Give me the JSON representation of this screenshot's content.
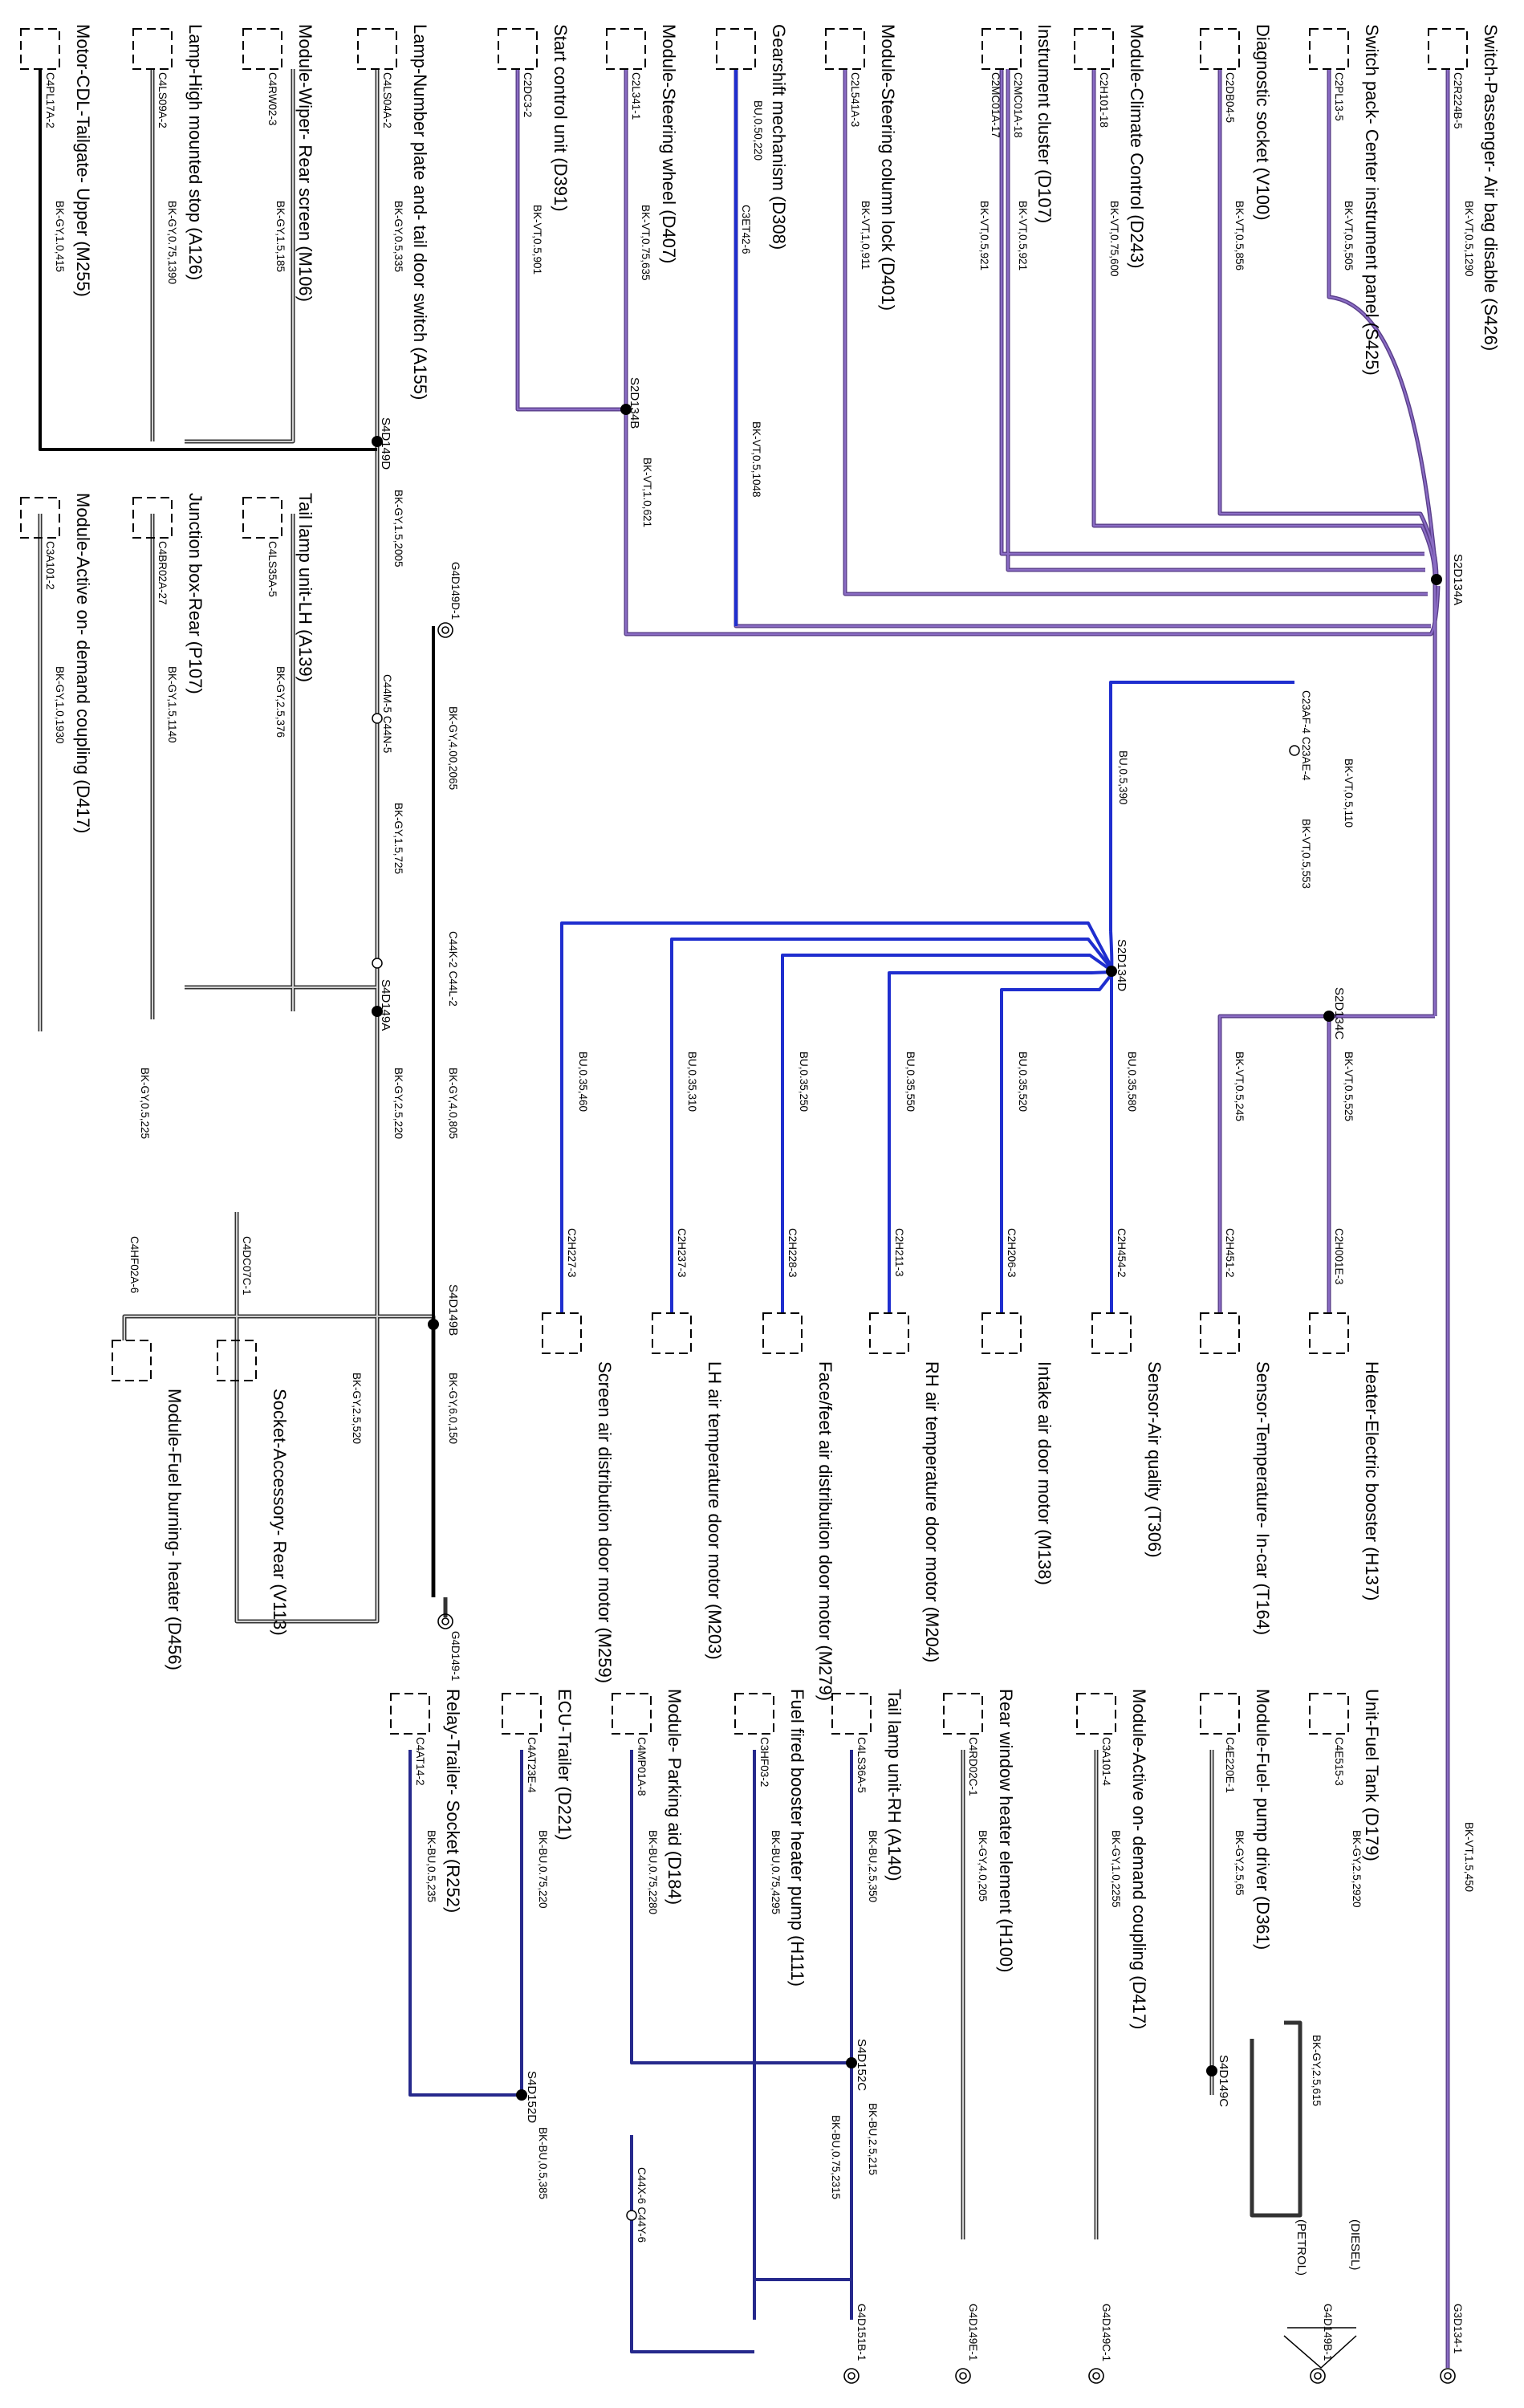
{
  "colors": {
    "violet": "#7a59a8",
    "blue": "#1f2ecf",
    "navy": "#26298c",
    "black": "#000000",
    "grey": "#888888"
  },
  "components": {
    "c1": "Switch-Passenger- Air bag disable (S426)",
    "c2": "Switch pack- Center instrument panel (S425)",
    "c3": "Diagnostic socket (V100)",
    "c4": "Module-Climate Control (D243)",
    "c5": "Instrument cluster (D107)",
    "c6": "Module-Steering column lock (D401)",
    "c7": "Gearshift mechanism (D308)",
    "c8": "Module-Steering wheel (D407)",
    "c9": "Start control unit (D391)",
    "c10": "Lamp-Number plate and- tail door switch (A155)",
    "c11": "Module-Wiper- Rear screen (M106)",
    "c12": "Lamp-High mounted stop (A126)",
    "c13": "Motor-CDL-Tailgate- Upper (M255)",
    "c14": "Tail lamp unit-LH (A139)",
    "c15": "Junction box-Rear (P107)",
    "c16": "Module-Active on- demand coupling (D417)",
    "c17": "Heater-Electric booster (H137)",
    "c18": "Sensor-Temperature- In-car (T164)",
    "c19": "Sensor-Air quality (T306)",
    "c20": "Intake air door motor (M138)",
    "c21": "RH air temperature door motor (M204)",
    "c22": "Face/feet air distribution door motor (M279)",
    "c23": "LH air temperature door motor (M203)",
    "c24": "Screen air distribution door motor (M259)",
    "c25": "Socket-Accessory- Rear (V113)",
    "c26": "Module-Fuel burning- heater (D456)",
    "c27": "Unit-Fuel Tank (D179)",
    "c28": "Module-Fuel- pump driver (D361)",
    "c29": "Module-Active on- demand coupling (D417)",
    "c30": "Rear window heater element (H100)",
    "c31": "Tail lamp unit-RH (A140)",
    "c32": "Fuel fired booster heater pump (H111)",
    "c33": "Module- Parking aid (D184)",
    "c34": "ECU-Trailer (D221)",
    "c35": "Relay-Trailer- Socket (R252)"
  },
  "pins": {
    "p1": "C2R224B-5",
    "p2": "C2PL13-5",
    "p3": "C2DB04-5",
    "p4": "C2H101-18",
    "p5": "C2MC01A-18",
    "p6": "C2MC01A-17",
    "p7": "C2L541A-3",
    "p8": "C3ET42-6",
    "p9": "C2L341-1",
    "p10": "C2DC3-2",
    "p11": "C4LS04A-2",
    "p12": "C4RW02-3",
    "p13": "C4LS09A-2",
    "p14": "C4PL17A-2",
    "p15": "C4LS35A-5",
    "p16": "C4BR02A-27",
    "p17": "C3A101-2",
    "p18": "C2H001E-3",
    "p19": "C2H451-2",
    "p20": "C2H454-2",
    "p21": "C2H206-3",
    "p22": "C2H211-3",
    "p23": "C2H228-3",
    "p24": "C2H237-3",
    "p25": "C2H227-3",
    "p26": "C4DC07C-1",
    "p27": "C4HF02A-6",
    "p28": "C4E515-3",
    "p29": "C4E220E-1",
    "p30": "C3A101-4",
    "p31": "C4RD02C-1",
    "p32": "C4LS36A-5",
    "p33": "C3HF03-2",
    "p34": "C4MP01A-8",
    "p35": "C4AT23E-4",
    "p36": "C4AT14-2"
  },
  "wires": {
    "w1": "BK-VT,0.5,1290",
    "w2": "BK-VT,0.5,505",
    "w3": "BK-VT,0.5,856",
    "w4": "BK-VT,0.75,600",
    "w5": "BK-VT,0.5,921",
    "w6": "BK-VT,0.5,921",
    "w7": "BK-VT,1,0,911",
    "w8": "BU,0.50,220",
    "w9": "BK-VT,0.75,635",
    "w10": "BK-VT,0.5,901",
    "w11": "BK-VT,0.5,1048",
    "w12": "BK-VT,1.0,621",
    "w13": "BK-GY,0.5,335",
    "w14": "BK-GY,1.5,185",
    "w15": "BK-GY,0.75,1390",
    "w16": "BK-GY,1.0,415",
    "w17": "BK-GY,1.5,2005",
    "w18": "BK-GY,2.5,376",
    "w19": "BK-GY,1.5,1140",
    "w20": "BK-GY,1.0,1930",
    "w21": "BK-GY,4.00,2065",
    "w22": "BK-GY,1.5,725",
    "w23": "BK-GY,2.5,220",
    "w24": "BK-GY,4.0,805",
    "w25": "BK-GY,6.0,150",
    "w26": "BK-GY,2.5,520",
    "w27": "BK-GY,0.5,225",
    "w28": "BK-VT,0.5,110",
    "w29": "BK-VT,0.5,553",
    "w30": "BU,0.5,390",
    "w31": "BK-VT,0.5,525",
    "w32": "BK-VT,0.5,245",
    "w33": "BU,0.35,580",
    "w34": "BU,0.35,520",
    "w35": "BU,0.35,550",
    "w36": "BU,0.35,250",
    "w37": "BU,0.35,310",
    "w38": "BU,0.35,460",
    "w39": "BK-VT,1.5,450",
    "w40": "BK-GY,2.5,2920",
    "w41": "BK-GY,2.5,65",
    "w42": "BK-GY,2.5,615",
    "w43": "BK-GY,1.0,2255",
    "w44": "BK-GY,4.0,205",
    "w45": "BK-BU,2.5,350",
    "w46": "BK-BU,0.75,4295",
    "w47": "BK-BU,0.75,2280",
    "w48": "BK-BU,0.75,220",
    "w49": "BK-BU,0.5,235",
    "w50": "BK-BU,2.5,215",
    "w51": "BK-BU,0.75,2315",
    "w52": "BK-BU,0.5,385"
  },
  "splices": {
    "s1": "S2D134A",
    "s2": "S2D134B",
    "s3": "S4D149D",
    "s4": "S4D149A",
    "s5": "S4D149B",
    "s6": "S2D134C",
    "s7": "S2D134D",
    "s8": "S4D149C",
    "s9": "S4D152C",
    "s10": "S4D152D"
  },
  "connectors": {
    "k1": "C23AF-4 C23AE-4",
    "k2": "C44M-5 C44N-5",
    "k3": "C44K-2 C44L-2",
    "k4": "C44X-6 C44Y-6"
  },
  "grounds": {
    "g1": "G4D149D-1",
    "g2": "G4D149-1",
    "g3": "G3D134-1",
    "g4": "G4D149B-1",
    "g5": "G4D149C-1",
    "g6": "G4D149E-1",
    "g7": "G4D151B-1"
  },
  "variants": {
    "diesel": "(DIESEL)",
    "petrol": "(PETROL)"
  }
}
